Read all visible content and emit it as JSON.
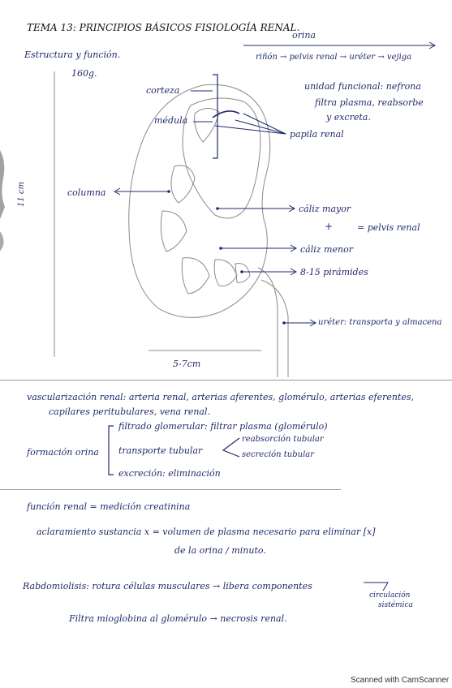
{
  "title": "TEMA 13: PRINCIPIOS BÁSICOS FISIOLOGÍA RENAL.",
  "header": {
    "subtitle": "Estructura y función.",
    "orina_label": "orina",
    "flow": "riñón → pelvis renal → uréter → vejiga"
  },
  "diagram": {
    "weight": "160g.",
    "height": "11 cm",
    "width": "5-7cm",
    "labels": {
      "corteza": "corteza",
      "medula": "médula",
      "columna": "columna",
      "papila": "papila renal",
      "caliz_mayor": "cáliz mayor",
      "plus": "+",
      "pelvis": "= pelvis renal",
      "caliz_menor": "cáliz menor",
      "piramides": "8-15 pirámides",
      "ureter": "uréter: transporta y almacena"
    },
    "nefrona": [
      "unidad funcional: nefrona",
      "filtra plasma, reabsorbe",
      "y excreta."
    ]
  },
  "vascular": {
    "line1": "vascularización renal: arteria renal, arterias aferentes, glomérulo, arterias eferentes,",
    "line2": "capilares peritubulares, vena renal."
  },
  "formacion": {
    "label": "formación orina",
    "filtrado": "filtrado glomerular: filtrar plasma (glomérulo)",
    "transporte": "transporte tubular",
    "reabsorcion": "reabsorción tubular",
    "secrecion": "secreción tubular",
    "excrecion": "excreción: eliminación"
  },
  "funcion": {
    "line1": "función renal = medición creatinina",
    "line2": "aclaramiento sustancia x = volumen de plasma necesario para eliminar [x]",
    "line3": "de la orina / minuto."
  },
  "rabdo": {
    "line1": "Rabdomiolisis: rotura células musculares → libera componentes",
    "arrow_target_1": "circulación",
    "arrow_target_2": "sistémica",
    "line2": "Filtra mioglobina al glomérulo → necrosis renal."
  },
  "watermark": "Scanned with CamScanner"
}
